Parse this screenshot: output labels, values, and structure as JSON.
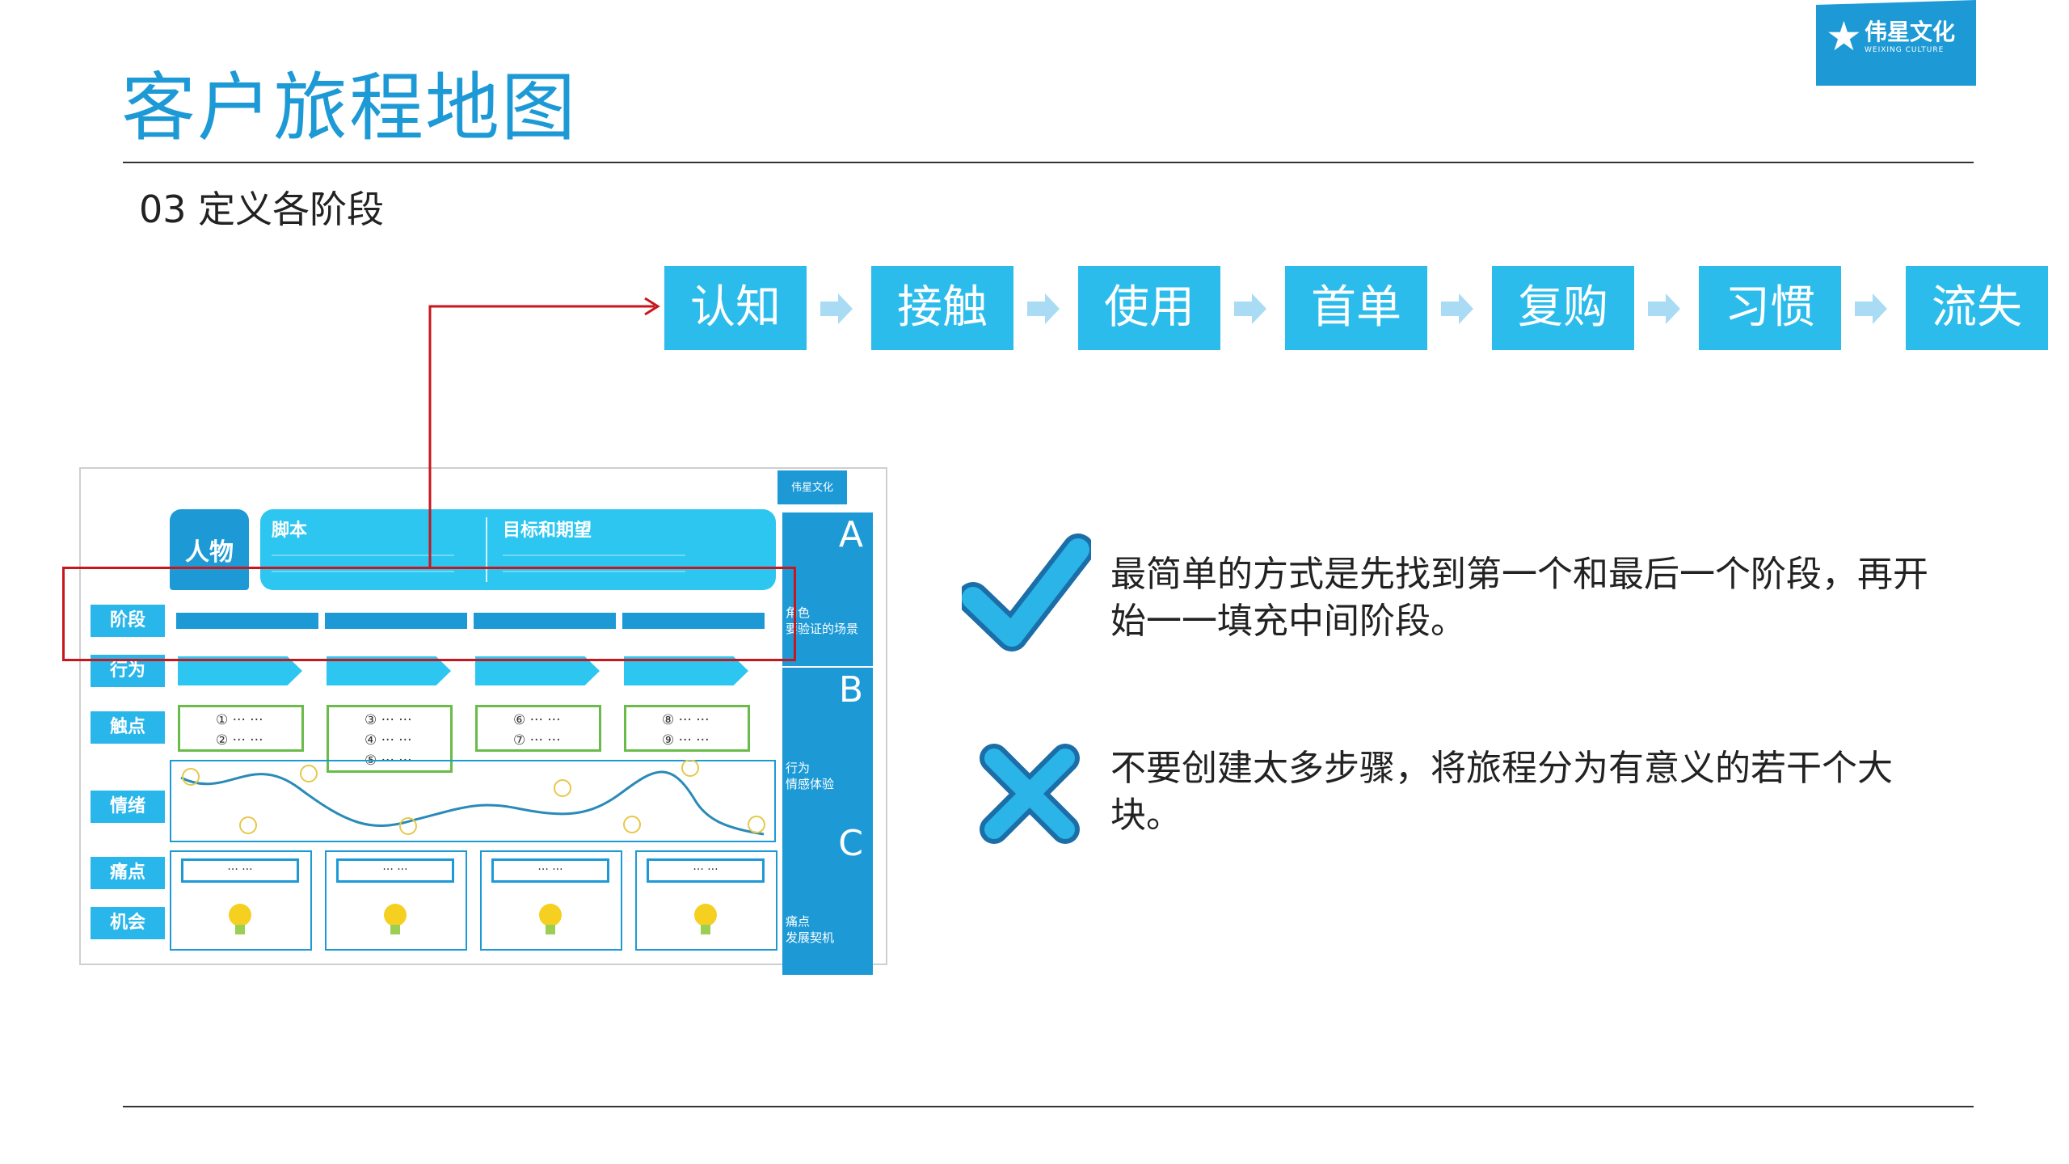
{
  "header": {
    "title": "客户旅程地图",
    "subtitle": "03 定义各阶段",
    "logo_name": "伟星文化",
    "logo_en": "WEIXING CULTURE"
  },
  "stages": [
    "认知",
    "接触",
    "使用",
    "首单",
    "复购",
    "习惯",
    "流失"
  ],
  "mockup": {
    "logo": "伟星文化",
    "persona": "人物",
    "script": "脚本",
    "goals": "目标和期望",
    "row_labels": [
      "阶段",
      "行为",
      "触点",
      "情绪",
      "痛点",
      "机会"
    ],
    "touchpoints": [
      [
        "① ··· ···",
        "② ··· ···"
      ],
      [
        "③ ··· ···",
        "④ ··· ···",
        "⑤ ··· ···"
      ],
      [
        "⑥ ··· ···",
        "⑦ ··· ···"
      ],
      [
        "⑧ ··· ···",
        "⑨ ··· ···"
      ]
    ],
    "pain_text": "··· ···",
    "panels": [
      {
        "letter": "A",
        "line1": "角色",
        "line2": "要验证的场景"
      },
      {
        "letter": "B",
        "line1": "行为",
        "line2": "情感体验"
      },
      {
        "letter": "C",
        "line1": "痛点",
        "line2": "发展契机"
      }
    ]
  },
  "tips": {
    "do": "最简单的方式是先找到第一个和最后一个阶段，再开始一一填充中间阶段。",
    "dont": "不要创建太多步骤，将旅程分为有意义的若干个大块。"
  },
  "colors": {
    "title_blue": "#1d9ad6",
    "stage_blue": "#2cbcec",
    "arrow_light": "#a9dcf4",
    "highlight_red": "#c8161d",
    "touch_green": "#69bb4a"
  }
}
